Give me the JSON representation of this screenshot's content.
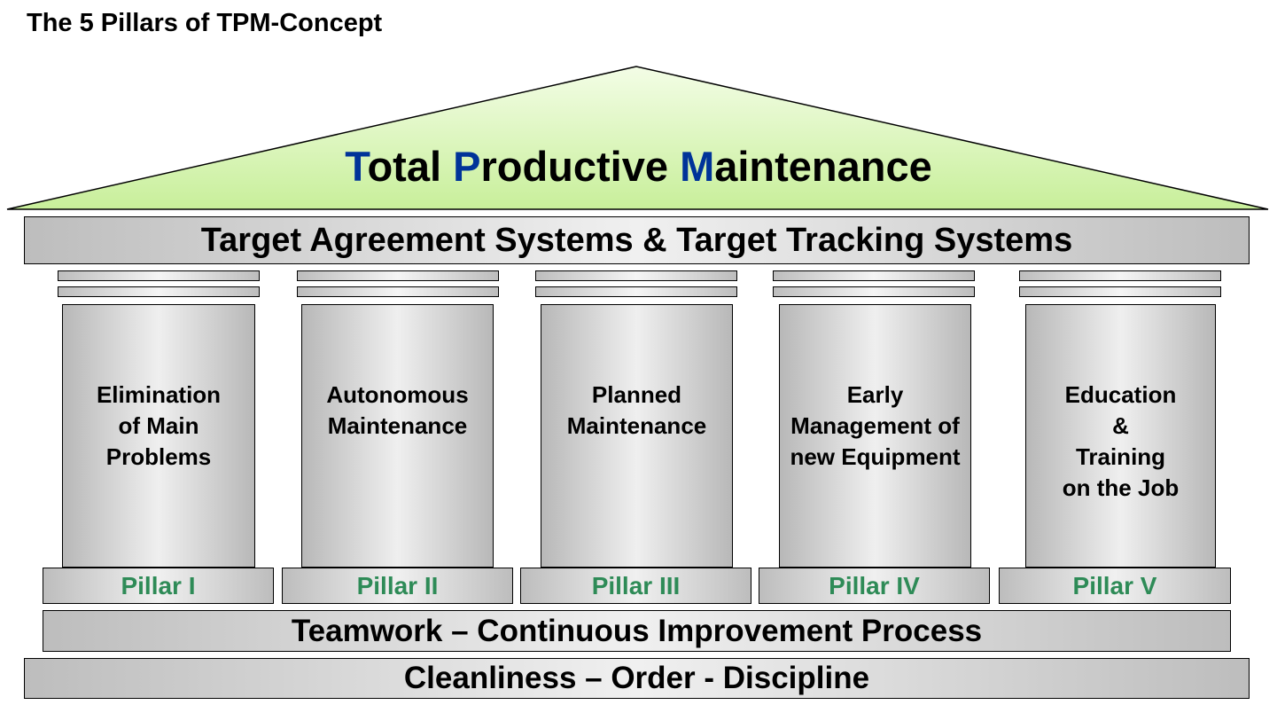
{
  "title": "The 5 Pillars of TPM-Concept",
  "roof": {
    "words": [
      {
        "initial": "T",
        "rest": "otal"
      },
      {
        "initial": "P",
        "rest": "roductive"
      },
      {
        "initial": "M",
        "rest": "aintenance"
      }
    ],
    "fill_color": "#d8f5b0",
    "accent_color": "#003399"
  },
  "beams": {
    "top": "Target Agreement Systems & Target Tracking Systems",
    "teamwork": "Teamwork – Continuous Improvement Process",
    "foundation": "Cleanliness – Order - Discipline"
  },
  "pillars": [
    {
      "lines": [
        "Elimination",
        "of Main",
        "Problems"
      ],
      "label": "Pillar I"
    },
    {
      "lines": [
        "Autonomous",
        "Maintenance"
      ],
      "label": "Pillar II"
    },
    {
      "lines": [
        "Planned",
        "Maintenance"
      ],
      "label": "Pillar III"
    },
    {
      "lines": [
        "Early",
        "Management of",
        "new Equipment"
      ],
      "label": "Pillar IV"
    },
    {
      "lines": [
        "Education",
        "&",
        "Training",
        "on the Job"
      ],
      "label": "Pillar V"
    }
  ],
  "colors": {
    "pillar_label": "#2e8b57",
    "stone": "#bdbdbd"
  }
}
